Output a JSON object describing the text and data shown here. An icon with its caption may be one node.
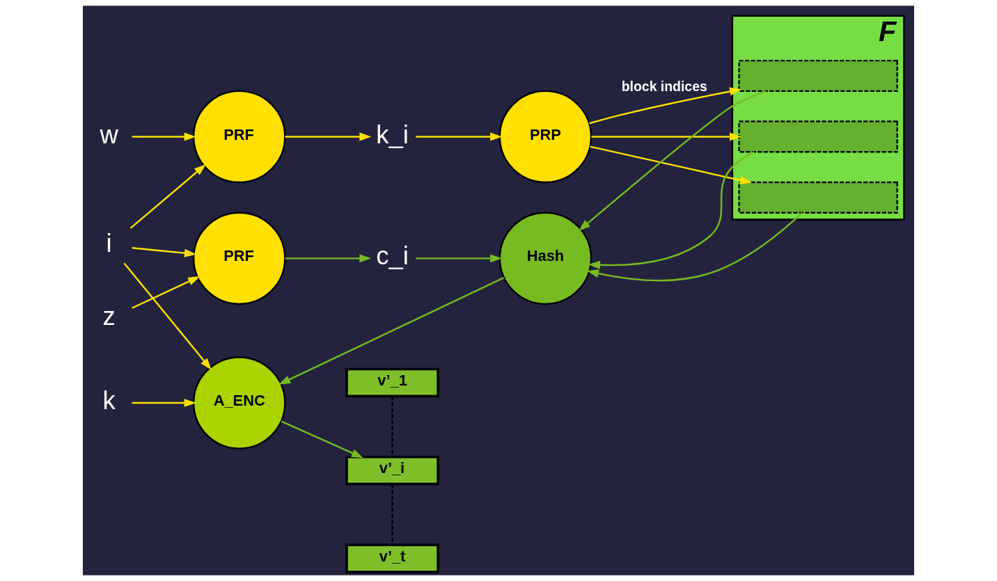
{
  "diagram": {
    "nodes": [
      {
        "text": [
          "i"
        ]
      },
      {
        "text": [
          "w"
        ]
      },
      {
        "text": [
          "z"
        ]
      },
      {
        "text": [
          "k"
        ]
      },
      {
        "text": [
          "PRF"
        ]
      },
      {
        "text": [
          "PRF"
        ]
      },
      {
        "text": [
          "A_ENC"
        ]
      },
      {
        "text": [
          "k_i"
        ]
      },
      {
        "text": [
          "c_i"
        ]
      },
      {
        "text": [
          "PRP"
        ]
      },
      {
        "text": [
          "Hash"
        ]
      },
      {
        "text": [
          "F"
        ]
      },
      {
        "text": [],
        "shape": "box",
        "in": 11
      },
      {
        "text": [],
        "shape": "box",
        "in": 11
      },
      {
        "text": [],
        "shape": "box",
        "in": 11
      },
      {
        "text": [
          "v’_1"
        ]
      },
      {
        "text": [
          "v’_i"
        ]
      },
      {
        "text": [
          "v’_t"
        ]
      }
    ],
    "edges": [
      {
        "from": 0,
        "to": 4,
        "arrow": "to"
      },
      {
        "from": 0,
        "to": 5,
        "arrow": "to"
      },
      {
        "from": 0,
        "to": 6,
        "arrow": "to"
      },
      {
        "from": 1,
        "to": 4,
        "arrow": "to"
      },
      {
        "from": 2,
        "to": 5,
        "arrow": "to"
      },
      {
        "from": 3,
        "to": 6,
        "arrow": "to"
      },
      {
        "from": 4,
        "to": 7,
        "arrow": "to"
      },
      {
        "from": 7,
        "to": 9,
        "arrow": "to"
      },
      {
        "from": 5,
        "to": 8,
        "arrow": "to",
        "color": "#77bb22"
      },
      {
        "from": 8,
        "to": 10,
        "arrow": "to",
        "color": "#77bb22"
      },
      {
        "from": 9,
        "to": 12,
        "arrow": "to",
        "label": "block indices"
      },
      {
        "from": 9,
        "to": 13,
        "arrow": "to"
      },
      {
        "from": 9,
        "to": 14,
        "arrow": "to"
      },
      {
        "from": 12,
        "to": 10,
        "arrow": "to",
        "color": "#77bb22"
      },
      {
        "from": 13,
        "to": 10,
        "arrow": "to",
        "color": "#77bb22"
      },
      {
        "from": 14,
        "to": 10,
        "arrow": "to",
        "color": "#77bb22"
      },
      {
        "from": 10,
        "to": 6,
        "arrow": "to",
        "color": "#77bb22"
      },
      {
        "from": 6,
        "to": 16,
        "arrow": "to",
        "color": "#77bb22"
      },
      {
        "from": 15,
        "to": 16,
        "arrow": "none",
        "style": "dashed",
        "color": "#000000"
      },
      {
        "from": 16,
        "to": 17,
        "arrow": "none",
        "style": "dashed",
        "color": "#000000"
      }
    ]
  }
}
